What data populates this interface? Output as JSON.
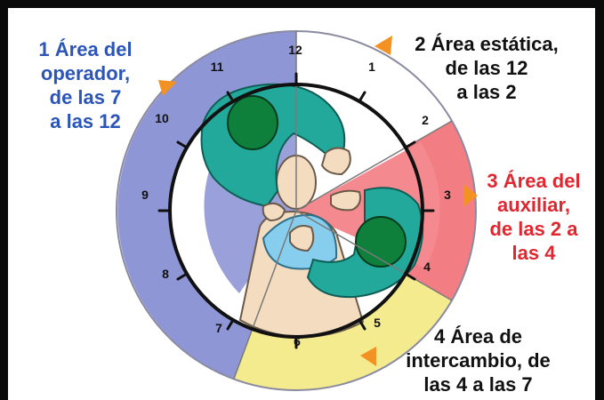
{
  "zones": [
    {
      "id": "operator",
      "color": "#2b55b8",
      "lines": [
        "1 Área del",
        "operador,",
        "de las 7",
        "a las 12"
      ]
    },
    {
      "id": "static",
      "color": "#111111",
      "lines": [
        "2 Área estática,",
        "de las 12",
        "a las 2"
      ]
    },
    {
      "id": "assistant",
      "color": "#e0262f",
      "lines": [
        "3 Área del",
        "auxiliar,",
        "de las 2 a",
        "las 4"
      ]
    },
    {
      "id": "exchange",
      "color": "#111111",
      "lines": [
        "4 Área de",
        "intercambio, de",
        "las 4 a las 7"
      ]
    }
  ],
  "clock_numbers": [
    "1",
    "2",
    "3",
    "4",
    "5",
    "6",
    "7",
    "8",
    "9",
    "10",
    "11",
    "12"
  ],
  "fill_colors": {
    "operator": "#8f96d6",
    "assistant": "#f27d83",
    "exchange": "#f4eb8e",
    "static": "#ffffff",
    "arrow": "#f39222",
    "gown": "#22a99b",
    "cap": "#0f7f3c",
    "skin": "#f4dcc0",
    "bib": "#86cdee"
  }
}
